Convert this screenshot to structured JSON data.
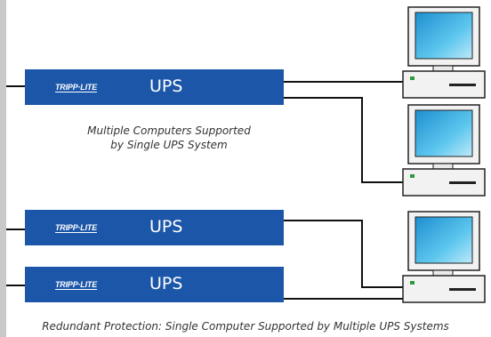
{
  "ups_units": [
    {
      "logo": "TRIPP·LITE",
      "label": "UPS"
    },
    {
      "logo": "TRIPP·LITE",
      "label": "UPS"
    },
    {
      "logo": "TRIPP·LITE",
      "label": "UPS"
    }
  ],
  "captions": {
    "multi_line1": "Multiple Computers Supported",
    "multi_line2": "by Single UPS System",
    "redundant": "Redundant Protection: Single Computer Supported by Multiple UPS Systems"
  },
  "colors": {
    "ups_blue": "#1b56a8",
    "monitor_blue": "#2aa6dc",
    "wire": "#111111",
    "side_bar": "#c9c9c9"
  }
}
